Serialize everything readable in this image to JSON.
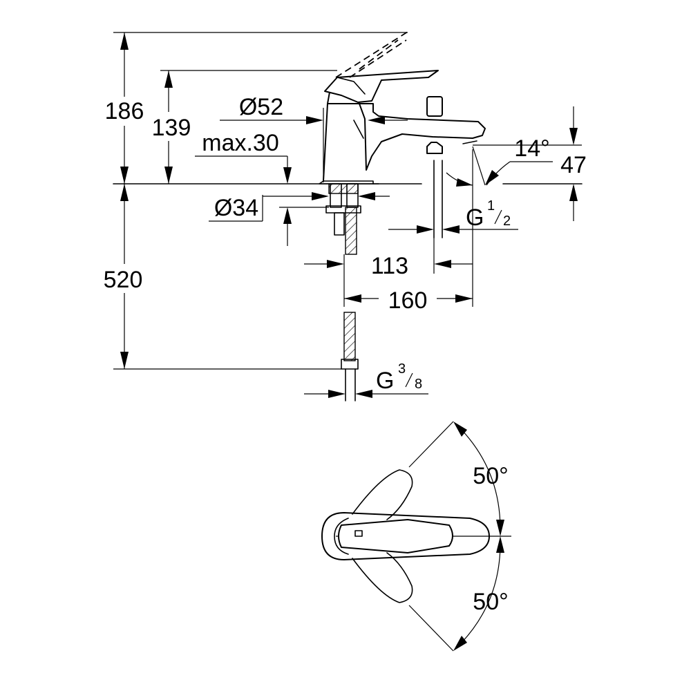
{
  "dimensions": {
    "height_total": "186",
    "height_spout": "139",
    "max_deck": "max.30",
    "dia_body": "Ø52",
    "dia_hole": "Ø34",
    "hose_length": "520",
    "spout_reach_inner": "113",
    "spout_reach_total": "160",
    "spout_angle": "14°",
    "spout_height": "47",
    "outlet_thread_main": "G",
    "outlet_thread_num": "1",
    "outlet_thread_den": "2",
    "inlet_thread_main": "G",
    "inlet_thread_num": "3",
    "inlet_thread_den": "8",
    "swing_upper": "50°",
    "swing_lower": "50°"
  }
}
